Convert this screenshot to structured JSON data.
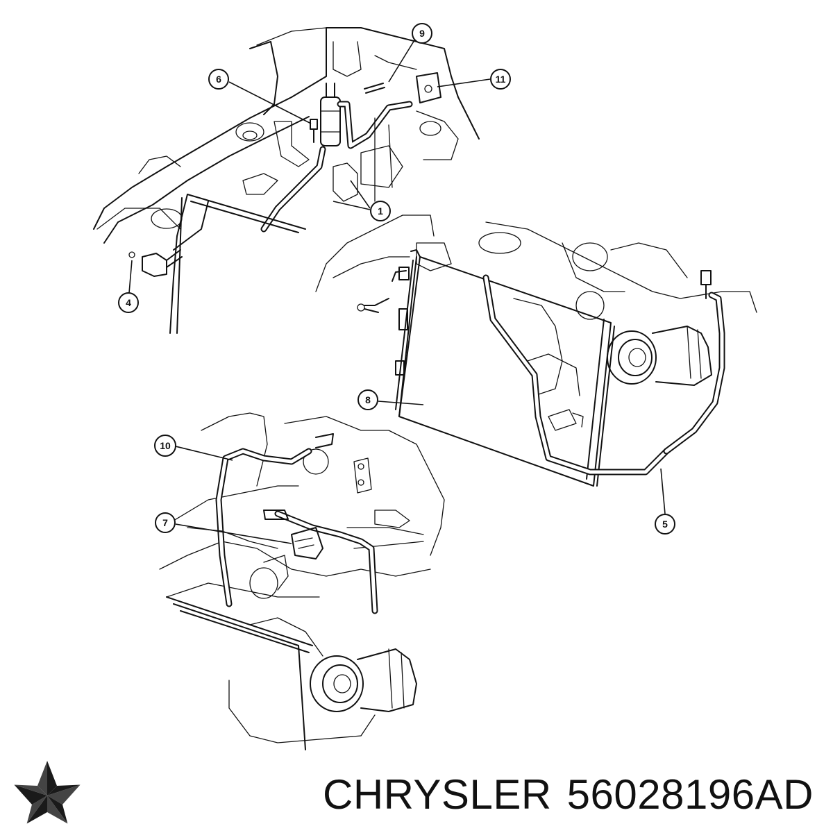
{
  "diagram": {
    "callouts": [
      {
        "id": "9",
        "label": "9"
      },
      {
        "id": "6",
        "label": "6"
      },
      {
        "id": "11",
        "label": "11"
      },
      {
        "id": "1",
        "label": "1"
      },
      {
        "id": "4",
        "label": "4"
      },
      {
        "id": "8",
        "label": "8"
      },
      {
        "id": "5",
        "label": "5"
      },
      {
        "id": "10",
        "label": "10"
      },
      {
        "id": "7",
        "label": "7"
      }
    ]
  },
  "footer": {
    "logo_icon": "chrysler-pentastar-icon",
    "brand": "CHRYSLER",
    "part_number": "56028196AD"
  }
}
